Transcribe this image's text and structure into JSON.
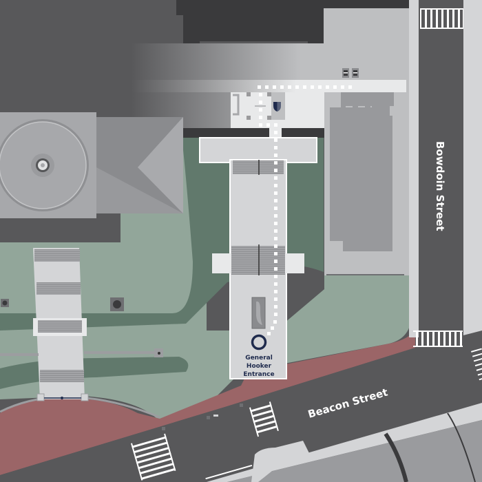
{
  "map": {
    "colors": {
      "road": "#58585a",
      "building_dark": "#3a3a3c",
      "building_mid": "#a7a8ab",
      "building_light": "#bebfc1",
      "sidewalk": "#d4d5d7",
      "walkway": "#e8e9ea",
      "lawn_light": "#92a69a",
      "lawn_dark": "#61796c",
      "brick": "#9b6567",
      "stairs": "#9c9da0",
      "accent_navy": "#1f2b4d",
      "crosswalk": "#ffffff"
    },
    "streets": [
      {
        "id": "bowdoin",
        "label": "Bowdoin Street"
      },
      {
        "id": "beacon",
        "label": "Beacon Street"
      }
    ],
    "pois": [
      {
        "id": "general-hooker-entrance",
        "label_lines": [
          "General",
          "Hooker",
          "Entrance"
        ],
        "icon": "circle-marker-icon"
      }
    ],
    "icons": {
      "security": "shield-icon",
      "elevator": "elevator-icon",
      "statue": "statue-icon",
      "dome": "dome-icon"
    },
    "route": {
      "style": "dotted",
      "color": "#ffffff"
    }
  }
}
